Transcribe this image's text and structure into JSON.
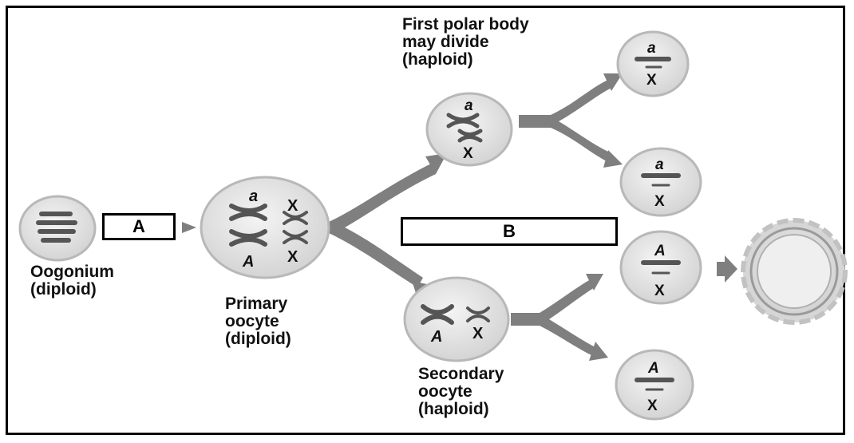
{
  "labels": {
    "oogonium": "Oogonium\n(diploid)",
    "primary_oocyte": "Primary\noocyte\n(diploid)",
    "first_polar_body": "First polar body\nmay divide\n(haploid)",
    "secondary_oocyte": "Secondary\noocyte\n(haploid)"
  },
  "boxes": {
    "a": "A",
    "b": "B"
  },
  "alleles": {
    "primary_top": "a",
    "primary_bottom": "A",
    "primary_x_top": "X",
    "primary_x_bottom": "X",
    "polar_top": "a",
    "polar_x": "X",
    "secondary_left": "A",
    "secondary_x": "X",
    "cell1_top": "a",
    "cell1_x": "X",
    "cell2_top": "a",
    "cell2_x": "X",
    "cell3_top": "A",
    "cell3_x": "X",
    "cell4_top": "A",
    "cell4_x": "X"
  },
  "colors": {
    "cell_fill": "#e6e6e6",
    "cell_edge": "#b8b8b8",
    "chromosome": "#555555",
    "arrow": "#7f7f7f",
    "egg_fill": "#dcdcdc"
  }
}
